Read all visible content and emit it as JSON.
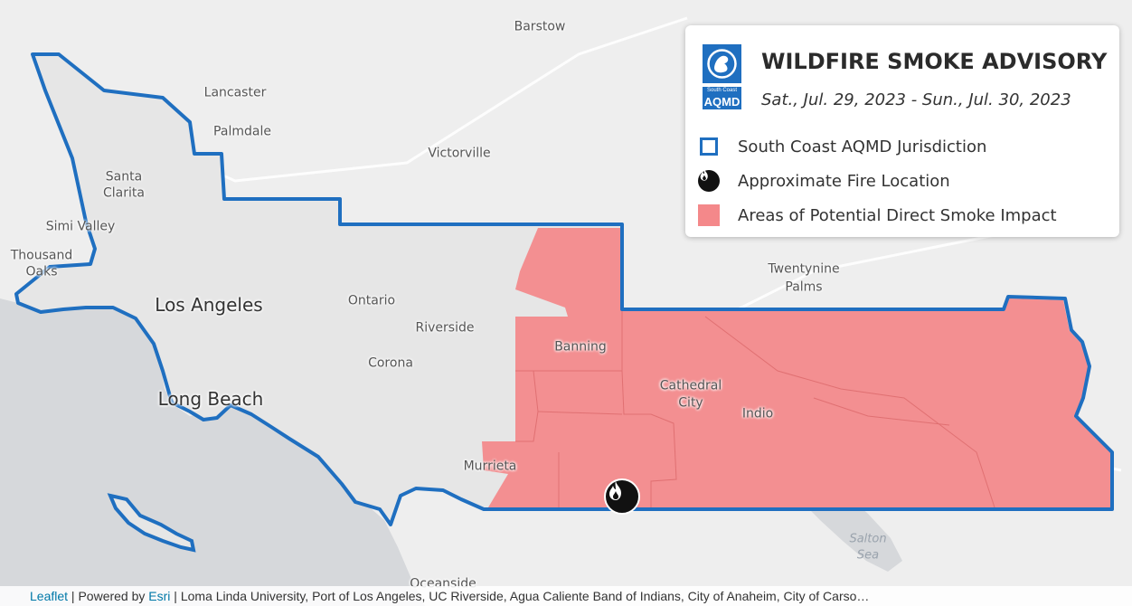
{
  "legend": {
    "logo_text_top": "South Coast",
    "logo_text_bottom": "AQMD",
    "title": "WILDFIRE SMOKE ADVISORY",
    "dates": "Sat., Jul. 29, 2023 - Sun., Jul. 30, 2023",
    "items": [
      {
        "label": "South Coast AQMD Jurisdiction",
        "icon": "square-outline-icon",
        "color": "#1f6fc0"
      },
      {
        "label": "Approximate Fire Location",
        "icon": "fire-icon",
        "color": "#111111"
      },
      {
        "label": "Areas of Potential Direct Smoke Impact",
        "icon": "smoke-area-icon",
        "color": "#f4888a"
      }
    ]
  },
  "cities": {
    "barstow": "Barstow",
    "lancaster": "Lancaster",
    "palmdale": "Palmdale",
    "victorville": "Victorville",
    "santa_clarita_1": "Santa",
    "santa_clarita_2": "Clarita",
    "simi_valley": "Simi Valley",
    "thousand_oaks_1": "Thousand",
    "thousand_oaks_2": "Oaks",
    "los_angeles": "Los Angeles",
    "ontario": "Ontario",
    "riverside": "Riverside",
    "corona": "Corona",
    "banning": "Banning",
    "long_beach": "Long Beach",
    "twentynine_palms_1": "Twentynine",
    "twentynine_palms_2": "Palms",
    "cathedral_city_1": "Cathedral",
    "cathedral_city_2": "City",
    "indio": "Indio",
    "murrieta": "Murrieta",
    "salton_sea_1": "Salton",
    "salton_sea_2": "Sea",
    "oceanside": "Oceanside"
  },
  "attribution": {
    "leaflet": "Leaflet",
    "sep1": " | Powered by ",
    "esri": "Esri",
    "sources": " | Loma Linda University, Port of Los Angeles, UC Riverside, Agua Caliente Band of Indians, City of Anaheim, City of Carso…"
  },
  "colors": {
    "jurisdiction": "#1f6fc0",
    "smoke": "#f4888a",
    "ocean": "#d6d8db",
    "land": "#eeeeee"
  }
}
